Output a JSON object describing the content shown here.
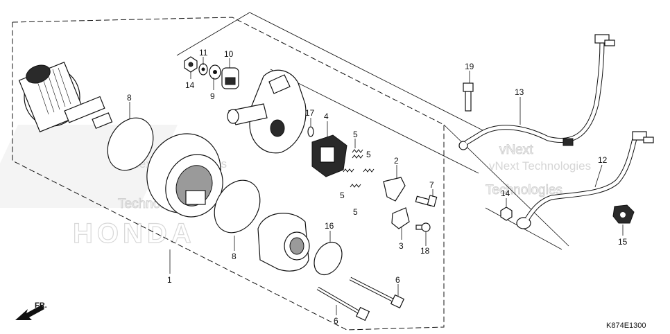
{
  "diagram_code": "K874E1300",
  "direction_label": "FR.",
  "watermarks": {
    "brand": "HONDA",
    "company": "vNext Technologies",
    "company_split_top": "vNext",
    "company_split_bottom": "Technologies"
  },
  "callouts": {
    "c1": "1",
    "c2": "2",
    "c3": "3",
    "c4": "4",
    "c5": "5",
    "c6": "6",
    "c7": "7",
    "c8": "8",
    "c9": "9",
    "c10": "10",
    "c11": "11",
    "c12": "12",
    "c13": "13",
    "c14": "14",
    "c15": "15",
    "c16": "16",
    "c17": "17",
    "c18": "18",
    "c19": "19"
  }
}
